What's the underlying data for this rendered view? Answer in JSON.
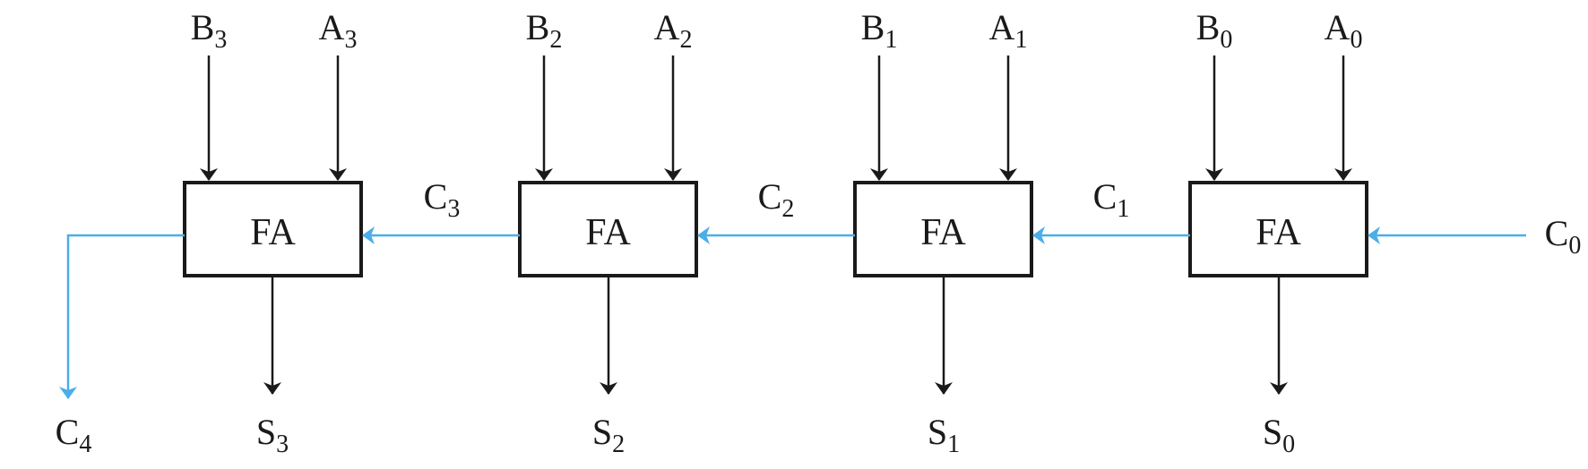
{
  "colors": {
    "line": "#1a1a1a",
    "carry": "#4aaee8"
  },
  "adders": [
    {
      "label": "FA",
      "b": {
        "base": "B",
        "sub": "3"
      },
      "a": {
        "base": "A",
        "sub": "3"
      },
      "s": {
        "base": "S",
        "sub": "3"
      }
    },
    {
      "label": "FA",
      "b": {
        "base": "B",
        "sub": "2"
      },
      "a": {
        "base": "A",
        "sub": "2"
      },
      "s": {
        "base": "S",
        "sub": "2"
      }
    },
    {
      "label": "FA",
      "b": {
        "base": "B",
        "sub": "1"
      },
      "a": {
        "base": "A",
        "sub": "1"
      },
      "s": {
        "base": "S",
        "sub": "1"
      }
    },
    {
      "label": "FA",
      "b": {
        "base": "B",
        "sub": "0"
      },
      "a": {
        "base": "A",
        "sub": "0"
      },
      "s": {
        "base": "S",
        "sub": "0"
      }
    }
  ],
  "carries": [
    {
      "base": "C",
      "sub": "3"
    },
    {
      "base": "C",
      "sub": "2"
    },
    {
      "base": "C",
      "sub": "1"
    }
  ],
  "carry_in": {
    "base": "C",
    "sub": "0"
  },
  "carry_out": {
    "base": "C",
    "sub": "4"
  }
}
